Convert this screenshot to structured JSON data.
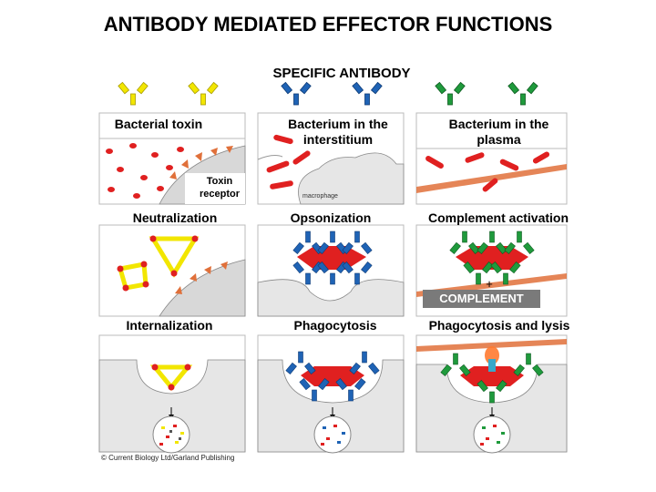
{
  "title": "ANTIBODY MEDIATED EFFECTOR FUNCTIONS",
  "subtitle": "SPECIFIC ANTIBODY",
  "columns": [
    {
      "antibody_color": "#f2e600",
      "top_label": "Bacterial toxin",
      "mid_label": "Neutralization",
      "bottom_label": "Internalization"
    },
    {
      "antibody_color": "#1f63b5",
      "top_label": "Bacterium in the interstitium",
      "mid_label": "Opsonization",
      "bottom_label": "Phagocytosis"
    },
    {
      "antibody_color": "#1f9a3c",
      "top_label": "Bacterium in the plasma",
      "mid_label": "Complement activation",
      "bottom_label": "Phagocytosis and lysis"
    }
  ],
  "toxin_receptor_label": "Toxin receptor",
  "macrophage_label": "macrophage",
  "complement_label": "COMPLEMENT",
  "plus_sign": "+",
  "credit": "© Current Biology Ltd/Garland Publishing",
  "colors": {
    "bacteria_red": "#e02020",
    "membrane_orange": "#e0703a",
    "cell_gray": "#d8d8d8",
    "complement_gray": "#7a7a7a"
  }
}
